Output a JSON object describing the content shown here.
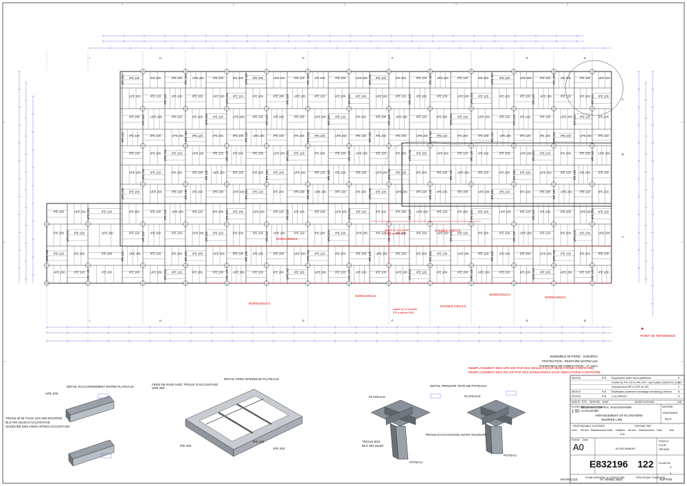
{
  "material_notes": {
    "line1": "ENSEMBLE MATIERE : S235JRG2",
    "line2": "PROTECTION : PEINTURE MATRICULE",
    "line3": "TOLERANCE DE FABRICATION : +0 -2mm"
  },
  "replacement_notes": {
    "line1": "REMPLACEMENT DES UPE 200 PAR DES 200x10.0 SAUF INDICATIONS CONTRAIRE",
    "line2": "REMPLACEMENT DES IPE 200 PAR DES W200x100x9.5 SAUF INDICATIONS CONTRAIRE"
  },
  "plan_annotations": {
    "beam_w_a": "W200x100x3.5",
    "beam_w_b": "W200x100x3.5",
    "beam_w_c": "W200x100x3.5",
    "beam_w_d": "W200x100x3.5",
    "beam_w_e": "W200x100x3.5",
    "double_a": "DOUBLE C8x13.0",
    "double_b": "DOUBLE C8x13.0",
    "patch_a_1": "platine ep 15 à souder",
    "patch_a_2": "(PE à rajouter 800)",
    "patch_b_1": "platine ep 15 à souder",
    "patch_b_2": "(PE à rajouter 800)",
    "point_ref": "POINT DE REFERENCE",
    "beam_labels": [
      "IPE 200",
      "IPE 120",
      "UPE 200",
      "IPE 100"
    ]
  },
  "section_markers": [
    "I",
    "H",
    "G",
    "F",
    "E",
    "D",
    "C",
    "B",
    "A"
  ],
  "details": {
    "d1_title": "DETAIL RACCORDEMENT ENTRE PLATEAUX",
    "d1_upe": "UPE 200",
    "d1_note1": "TROUS Ø 20 TOUS LES 500 ENVIRON",
    "d1_note2": "BLS HM 16x40 D'ACCOSTAGE",
    "d1_note3": "SOUDURE DES FERS APRES ACCOSTAGE",
    "d2_title": "DETAIL FERS INTERIEUR PLATEAUX",
    "d2_note1": "FERS DE RIVE AVEC TROUS D'ACCOSTAGE",
    "d2_note2": "UPE 200",
    "d2_ipe200": "IPE 200",
    "d2_ipe120": "IPE 120",
    "d3_title": "DETAIL PRINCIPE TETE DE POTEAUX",
    "d3_plateaux_a": "PLATEAUX",
    "d3_plateaux_b": "PLATEAUX",
    "d3_trous1": "TROUS Ø18",
    "d3_trous2": "BLS HM 16x40",
    "d3_trous_accost": "TROUS D'ACCOSTAGE AVANT SOUDURE",
    "d3_poteau_a": "POTEAU",
    "d3_poteau_b": "POTEAU"
  },
  "title_block": {
    "rev_rows": [
      {
        "code": "E",
        "date": "06/2016",
        "by": "R.B.",
        "text": "Suppression palier acces plateforme"
      },
      {
        "code": "D",
        "date": "",
        "by": "",
        "text": "modifie les IPE 100 en IPE 200 + ajout palées plateforme propre"
      },
      {
        "code": "C",
        "date": "",
        "by": "",
        "text": "remplacement IPE et UPE de 200"
      },
      {
        "code": "B",
        "date": "08/2015",
        "by": "R.B.",
        "text": "Modification plateforme dessalage demasking 1500mm"
      },
      {
        "code": "A",
        "date": "02/2015",
        "by": "R.B.",
        "text": "1 ere diffusion"
      }
    ],
    "rev_headers": [
      "INDICE",
      "ETS",
      "SERVICE",
      "NOM",
      "MODIFICATIONS",
      "IND"
    ],
    "designation_label": "DESIGNATION",
    "designation_value": "Pièce, Sous-Ensemble",
    "designation_sub": "ou Ensemble",
    "scale_label": "ECHELLE",
    "scale_value": "1:50",
    "title_line1": "ARRANGEMENT OF PLATEFORM",
    "title_line2": "BUMPER LINE",
    "matiere_label": "MATIERE",
    "traitement_label": "TRAITEMENT",
    "brut_label": "BRUT",
    "resp_label": "RESPONSABLE D'AFFAIRE",
    "dessine_label": "DESSINE PAR",
    "nom_label": "Nom",
    "service_label": "Service",
    "etab_label": "Etablissement",
    "date_label": "Date",
    "visa_label": "Visa",
    "drawer": "R.B.",
    "format_label": "Format",
    "format_value": "A0",
    "autre_numero": "AUTRE NUMERO",
    "drawing_number": "E832196",
    "drawing_folio": "122",
    "feuille_label": "FEUILLE",
    "feuille_value": "1",
    "planche_label": "PLANCHE",
    "planche_value": "1",
    "matricule_label": "MATRICULE",
    "etab_fab_label": "ETABLISSEMENT ou STRUCTURE",
    "mabec_label": "N° MABEC BED",
    "specifique_label": "SPECIFIQUE STANDARD",
    "suffixe_label": "SUFFIXE",
    "pour_label": "POUR",
    "du_label": "DU",
    "diffusion_label": "DRCARD"
  }
}
